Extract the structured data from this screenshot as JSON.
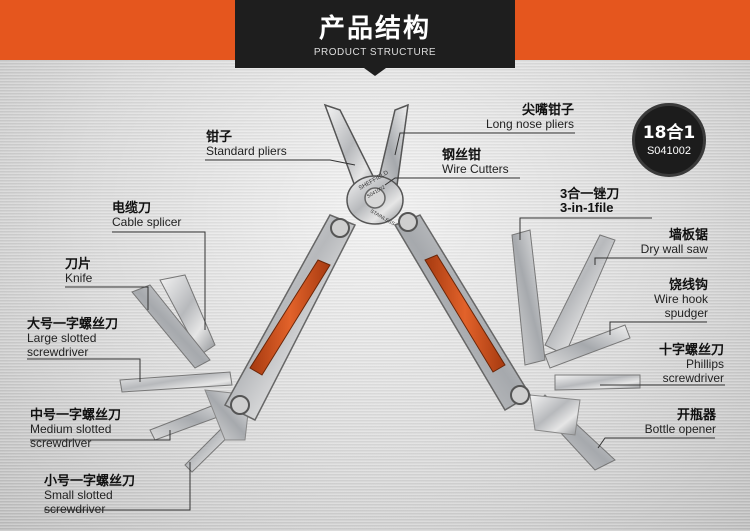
{
  "header": {
    "title": "产品结构",
    "subtitle": "PRODUCT STRUCTURE"
  },
  "badge": {
    "main": "18合1",
    "code": "S041002"
  },
  "tool_engraving": [
    "SHEFFIELD",
    "S041002",
    "STAINLESS"
  ],
  "labels": {
    "long_nose": {
      "cn": "尖嘴钳子",
      "en": "Long nose pliers"
    },
    "standard_pliers": {
      "cn": "钳子",
      "en": "Standard pliers"
    },
    "wire_cutters": {
      "cn": "钢丝钳",
      "en": "Wire Cutters"
    },
    "cable_splicer": {
      "cn": "电缆刀",
      "en": "Cable splicer"
    },
    "file": {
      "cn": "3合一锉刀",
      "en": "3-in-1file"
    },
    "knife": {
      "cn": "刀片",
      "en": "Knife"
    },
    "dry_wall_saw": {
      "cn": "墙板锯",
      "en": "Dry wall saw"
    },
    "wire_hook": {
      "cn": "饶线钩",
      "en1": "Wire hook",
      "en2": "spudger"
    },
    "large_slotted": {
      "cn": "大号一字螺丝刀",
      "en1": "Large slotted",
      "en2": "screwdriver"
    },
    "phillips": {
      "cn": "十字螺丝刀",
      "en1": "Phillips",
      "en2": "screwdriver"
    },
    "medium_slotted": {
      "cn": "中号一字螺丝刀",
      "en1": "Medium slotted",
      "en2": "screwdriver"
    },
    "bottle_opener": {
      "cn": "开瓶器",
      "en": "Bottle opener"
    },
    "small_slotted": {
      "cn": "小号一字螺丝刀",
      "en1": "Small slotted",
      "en2": "screwdriver"
    }
  },
  "colors": {
    "accent": "#e5561e",
    "header_bg": "#1e1e1e",
    "handle_insert": "#d9541c"
  }
}
